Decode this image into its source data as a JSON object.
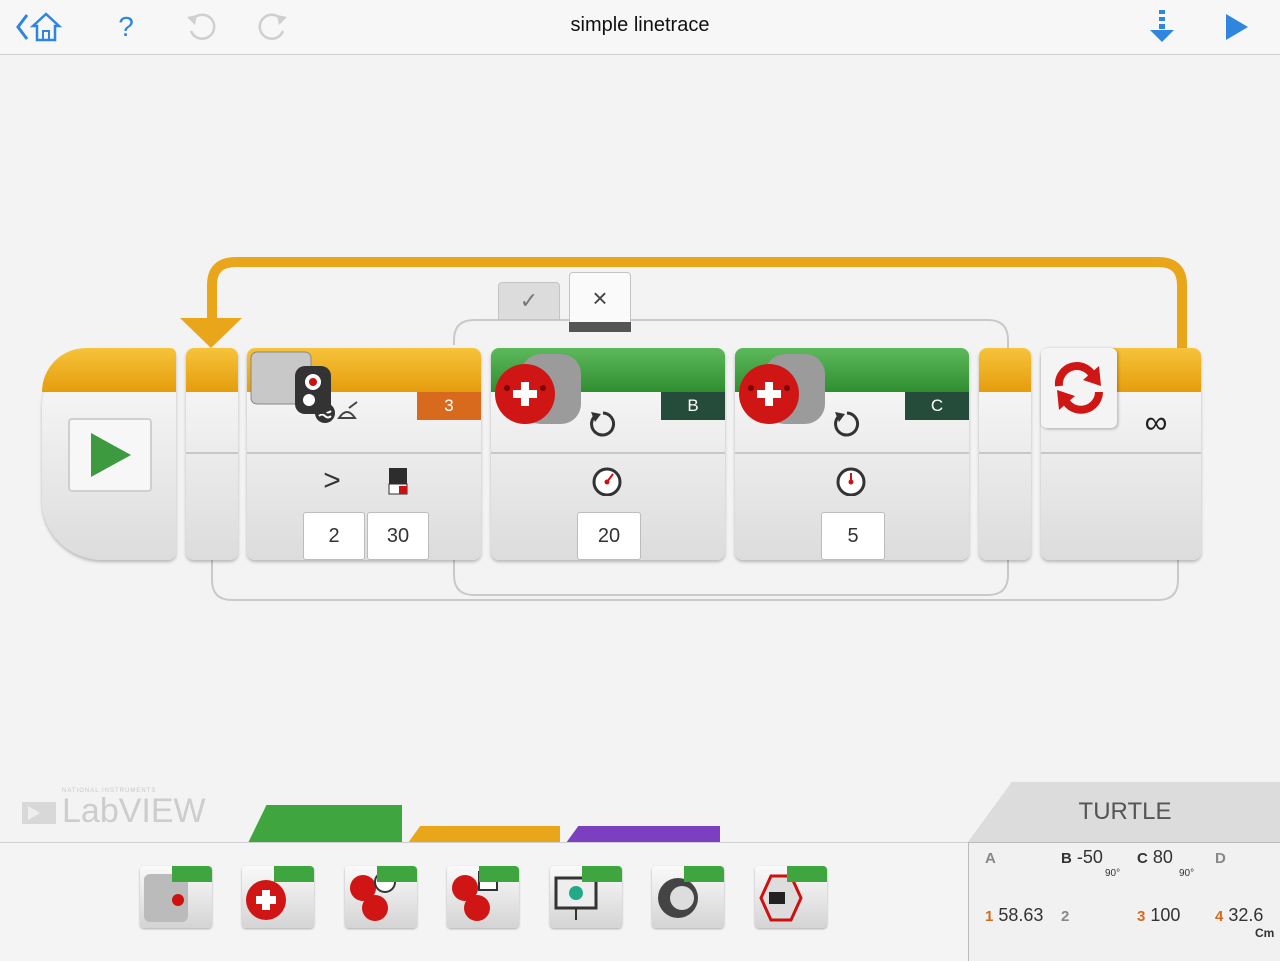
{
  "title": "simple linetrace",
  "toolbar": {
    "help_label": "?"
  },
  "program": {
    "switch": {
      "sensor_port": "3",
      "compare_symbol": ">",
      "compare_type": "2",
      "threshold": "30"
    },
    "motor_b": {
      "port": "B",
      "power": "20"
    },
    "motor_c": {
      "port": "C",
      "power": "5"
    },
    "loop": {
      "infinity": "∞"
    },
    "tabs": {
      "true_symbol": "✓",
      "false_symbol": "×"
    }
  },
  "branding": {
    "logo_text": "LabVIEW",
    "logo_small": "NATIONAL INSTRUMENTS"
  },
  "port_view": {
    "brick_name": "TURTLE",
    "ports": [
      {
        "label": "A",
        "value": ""
      },
      {
        "label": "B",
        "value": "-50"
      },
      {
        "label": "C",
        "value": "80"
      },
      {
        "label": "D",
        "value": ""
      },
      {
        "label": "1",
        "value": "58.63"
      },
      {
        "label": "2",
        "value": ""
      },
      {
        "label": "3",
        "value": "100"
      },
      {
        "label": "4",
        "value": "32.6"
      }
    ],
    "units": {
      "deg": "90°",
      "cm": "Cm"
    }
  },
  "colors": {
    "accent_blue": "#2e86de",
    "orange": "#e59d0e",
    "green": "#3fa63f",
    "purple": "#7b3fbf",
    "dark_port": "#254c3a",
    "orange_port": "#d86a1e"
  }
}
